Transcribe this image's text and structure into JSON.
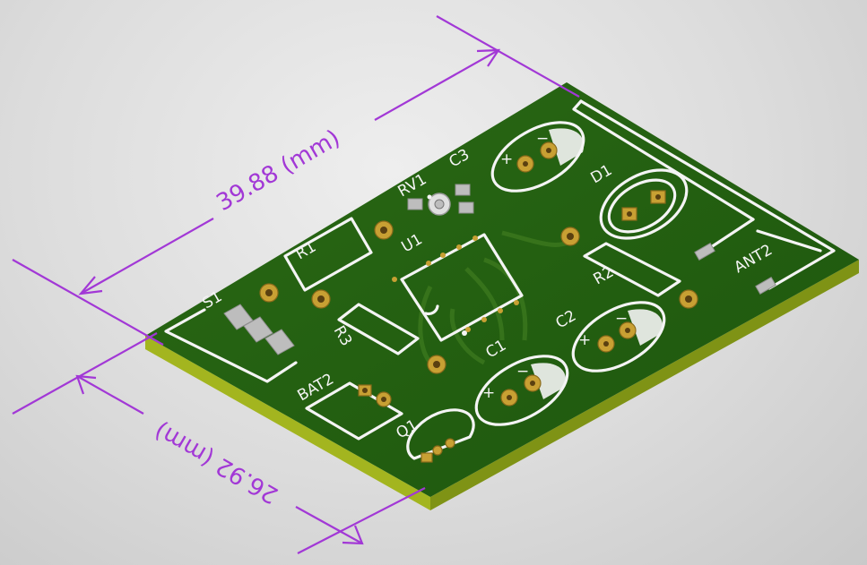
{
  "dimensions": {
    "length": "39.88 (mm)",
    "width": "26.92 (mm)"
  },
  "components": {
    "c3": "C3",
    "rv1": "RV1",
    "d1": "D1",
    "r1": "R1",
    "u1": "U1",
    "s1": "S1",
    "r3": "R3",
    "r2": "R2",
    "c2": "C2",
    "c1": "C1",
    "ant2": "ANT2",
    "bat2": "BAT2",
    "q1": "Q1"
  },
  "polarity": {
    "plus": "+",
    "minus": "−"
  },
  "colors": {
    "board": "#1f5a0f",
    "board_edge": "#8da21c",
    "silkscreen": "#f4f4f4",
    "pad": "#c8a033",
    "dimension": "#a238d6"
  }
}
